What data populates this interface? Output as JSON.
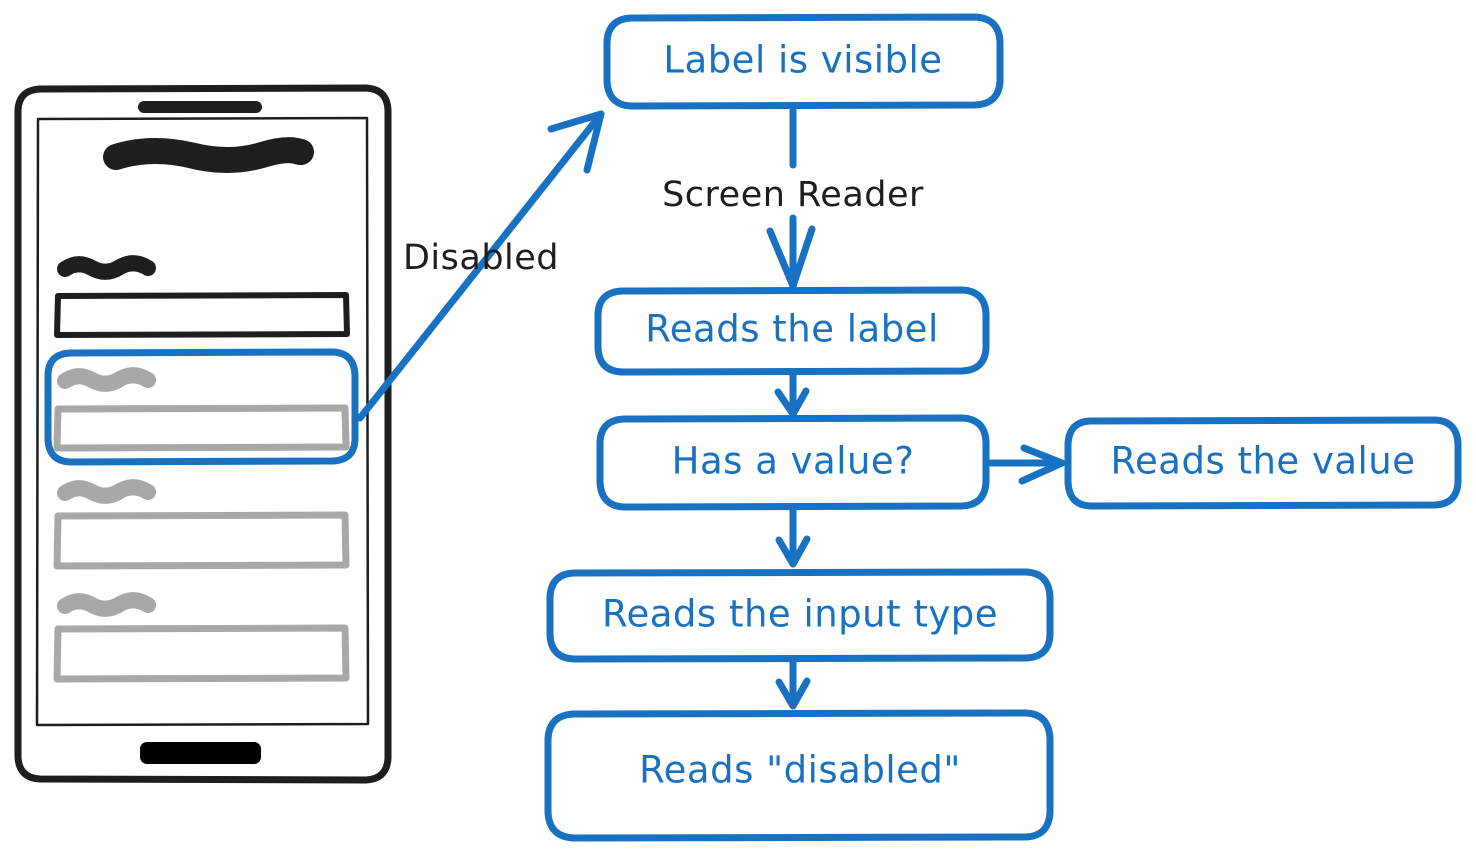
{
  "diagram": {
    "title": "Screen reader behavior for a disabled input",
    "background_color": "#ffffff",
    "accent_color": "#1971c2",
    "ink_color": "#1e1e1e",
    "muted_color": "#a8a8a8",
    "nodes": [
      {
        "id": "label-visible",
        "label": "Label is visible"
      },
      {
        "id": "reads-label",
        "label": "Reads the label"
      },
      {
        "id": "has-value",
        "label": "Has a value?"
      },
      {
        "id": "reads-value",
        "label": "Reads the value"
      },
      {
        "id": "reads-input-type",
        "label": "Reads the input type"
      },
      {
        "id": "reads-disabled",
        "label": "Reads \"disabled\""
      }
    ],
    "edge_labels": [
      {
        "id": "screen-reader",
        "label": "Screen Reader"
      },
      {
        "id": "disabled",
        "label": "Disabled"
      }
    ]
  },
  "phone_mockup": {
    "name": "phone-mockup",
    "fields": [
      {
        "id": "heading",
        "state": "enabled",
        "has_label": true,
        "has_input": false
      },
      {
        "id": "field-1",
        "state": "enabled",
        "has_label": true,
        "has_input": true
      },
      {
        "id": "field-2",
        "state": "disabled",
        "has_label": true,
        "has_input": true,
        "highlighted": true
      },
      {
        "id": "field-3",
        "state": "disabled",
        "has_label": true,
        "has_input": true
      },
      {
        "id": "field-4",
        "state": "disabled",
        "has_label": true,
        "has_input": true
      }
    ]
  }
}
